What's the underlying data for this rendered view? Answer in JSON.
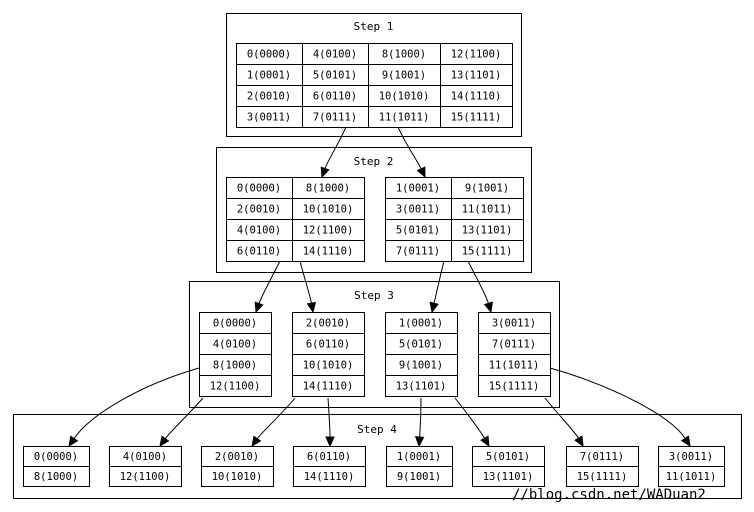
{
  "steps": [
    {
      "title": "Step 1",
      "tables": [
        {
          "columns": [
            [
              "0(0000)",
              "1(0001)",
              "2(0010)",
              "3(0011)"
            ],
            [
              "4(0100)",
              "5(0101)",
              "6(0110)",
              "7(0111)"
            ],
            [
              "8(1000)",
              "9(1001)",
              "10(1010)",
              "11(1011)"
            ],
            [
              "12(1100)",
              "13(1101)",
              "14(1110)",
              "15(1111)"
            ]
          ]
        }
      ]
    },
    {
      "title": "Step 2",
      "tables": [
        {
          "columns": [
            [
              "0(0000)",
              "2(0010)",
              "4(0100)",
              "6(0110)"
            ],
            [
              "8(1000)",
              "10(1010)",
              "12(1100)",
              "14(1110)"
            ]
          ]
        },
        {
          "columns": [
            [
              "1(0001)",
              "3(0011)",
              "5(0101)",
              "7(0111)"
            ],
            [
              "9(1001)",
              "11(1011)",
              "13(1101)",
              "15(1111)"
            ]
          ]
        }
      ]
    },
    {
      "title": "Step 3",
      "tables": [
        {
          "columns": [
            [
              "0(0000)",
              "4(0100)",
              "8(1000)",
              "12(1100)"
            ]
          ]
        },
        {
          "columns": [
            [
              "2(0010)",
              "6(0110)",
              "10(1010)",
              "14(1110)"
            ]
          ]
        },
        {
          "columns": [
            [
              "1(0001)",
              "5(0101)",
              "9(1001)",
              "13(1101)"
            ]
          ]
        },
        {
          "columns": [
            [
              "3(0011)",
              "7(0111)",
              "11(1011)",
              "15(1111)"
            ]
          ]
        }
      ]
    },
    {
      "title": "Step 4",
      "tables": [
        {
          "columns": [
            [
              "0(0000)",
              "8(1000)"
            ]
          ]
        },
        {
          "columns": [
            [
              "4(0100)",
              "12(1100)"
            ]
          ]
        },
        {
          "columns": [
            [
              "2(0010)",
              "10(1010)"
            ]
          ]
        },
        {
          "columns": [
            [
              "6(0110)",
              "14(1110)"
            ]
          ]
        },
        {
          "columns": [
            [
              "1(0001)",
              "9(1001)"
            ]
          ]
        },
        {
          "columns": [
            [
              "5(0101)",
              "13(1101)"
            ]
          ]
        },
        {
          "columns": [
            [
              "7(0111)",
              "15(1111)"
            ]
          ]
        },
        {
          "columns": [
            [
              "3(0011)",
              "11(1011)"
            ]
          ]
        }
      ]
    }
  ],
  "watermark": "//blog.csdn.net/WADuan2"
}
